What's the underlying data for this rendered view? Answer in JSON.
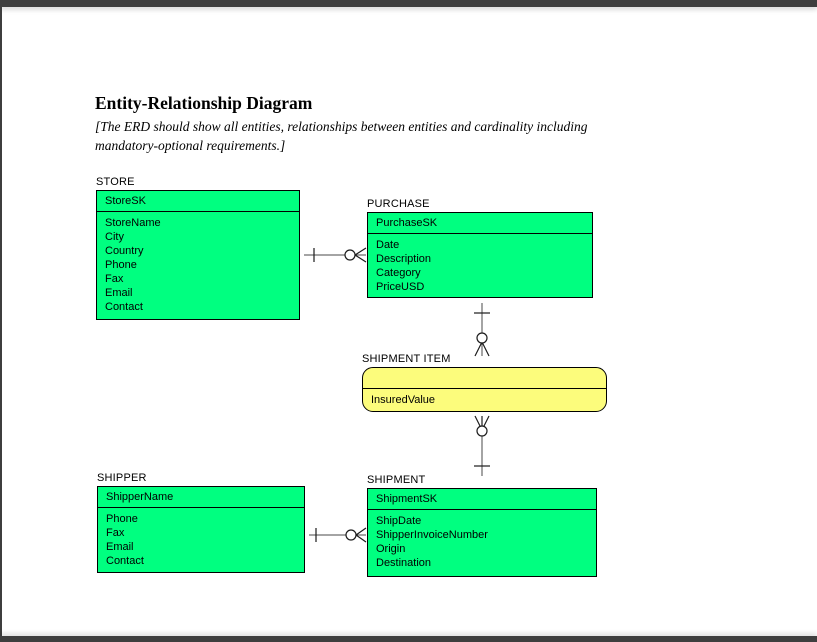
{
  "page": {
    "title": "Entity-Relationship Diagram",
    "subtitle": "[The ERD should show all entities, relationships between entities and cardinality including mandatory-optional requirements.]"
  },
  "colors": {
    "entity_green": "#00FF80",
    "entity_yellow": "#FCFC7C",
    "border_black": "#000000",
    "shadow_gray": "#8F8F8F",
    "connector_gray": "#4A4A4A",
    "page_edge": "#3E3E3E"
  },
  "entities": [
    {
      "label": "STORE",
      "header": "StoreSK",
      "attributes": [
        "StoreName",
        "City",
        "Country",
        "Phone",
        "Fax",
        "Email",
        "Contact"
      ],
      "shape": "rectangle",
      "fill": "green"
    },
    {
      "label": "PURCHASE",
      "header": "PurchaseSK",
      "attributes": [
        "Date",
        "Description",
        "Category",
        "PriceUSD"
      ],
      "shape": "rectangle",
      "fill": "green"
    },
    {
      "label": "SHIPMENT ITEM",
      "header": "",
      "attributes": [
        "InsuredValue"
      ],
      "shape": "rounded",
      "fill": "yellow"
    },
    {
      "label": "SHIPPER",
      "header": "ShipperName",
      "attributes": [
        "Phone",
        "Fax",
        "Email",
        "Contact"
      ],
      "shape": "rectangle",
      "fill": "green"
    },
    {
      "label": "SHIPMENT",
      "header": "ShipmentSK",
      "attributes": [
        "ShipDate",
        "ShipperInvoiceNumber",
        "Origin",
        "Destination"
      ],
      "shape": "rectangle",
      "fill": "green"
    }
  ],
  "relationships": [
    {
      "from": "STORE",
      "to": "PURCHASE",
      "from_cardinality": "one-mandatory-bar",
      "to_cardinality": "zero-or-many-circle-crowfoot"
    },
    {
      "from": "PURCHASE",
      "to": "SHIPMENT ITEM",
      "from_cardinality": "one-mandatory-bar",
      "to_cardinality": "zero-or-many-circle-crowfoot"
    },
    {
      "from": "SHIPMENT",
      "to": "SHIPMENT ITEM",
      "from_cardinality": "one-mandatory-bar",
      "to_cardinality": "zero-or-many-circle-crowfoot"
    },
    {
      "from": "SHIPPER",
      "to": "SHIPMENT",
      "from_cardinality": "one-mandatory-bar",
      "to_cardinality": "zero-or-many-circle-crowfoot"
    }
  ]
}
